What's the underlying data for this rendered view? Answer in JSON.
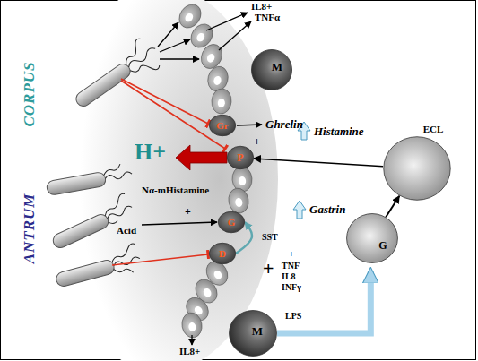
{
  "diagram": {
    "nodes": [
      {
        "text": [
          "M"
        ]
      },
      {
        "text": [
          "Gr"
        ]
      },
      {
        "text": [
          "P"
        ]
      },
      {
        "text": [
          "ECL"
        ]
      },
      {
        "text": [
          "G"
        ]
      },
      {
        "text": [
          "D"
        ]
      },
      {
        "text": [
          "G"
        ]
      },
      {
        "text": [
          "M"
        ]
      }
    ],
    "edges": [
      {
        "from": 3,
        "to": 2,
        "arrow": "to",
        "label": "Histamine"
      },
      {
        "from": 6,
        "to": 3,
        "arrow": "to",
        "label": "Gastrin"
      },
      {
        "from": 5,
        "to": 4,
        "arrow": "to",
        "label": "SST"
      },
      {
        "from": 7,
        "to": 6,
        "arrow": "to"
      }
    ],
    "labels": [
      "CORPUS",
      "ANTRUM",
      "IL8+",
      "TNFα",
      "Ghrelin",
      "H+",
      "+",
      "Nα-mHistamine",
      "Acid",
      "+",
      "+",
      "+",
      "TNF",
      "IL8",
      "INFγ",
      "LPS",
      "IL8+"
    ]
  }
}
